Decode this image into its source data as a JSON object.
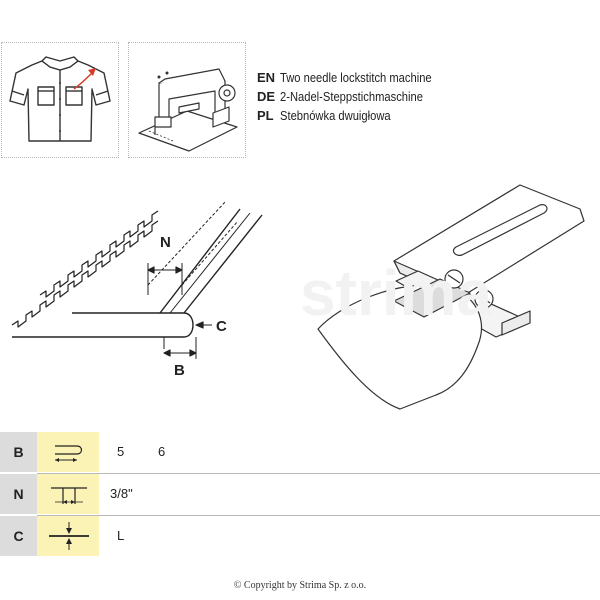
{
  "languages": [
    {
      "code": "EN",
      "text": "Two needle lockstitch machine"
    },
    {
      "code": "DE",
      "text": "2-Nadel-Steppstichmaschine"
    },
    {
      "code": "PL",
      "text": "Stebnówka dwuigłowa"
    }
  ],
  "diagram": {
    "label_n": "N",
    "label_c": "C",
    "label_b": "B"
  },
  "table": [
    {
      "code": "B",
      "symbol": "fold-width-icon",
      "values": [
        "5",
        "6"
      ]
    },
    {
      "code": "N",
      "symbol": "needle-gauge-icon",
      "values": [
        "3/8\""
      ]
    },
    {
      "code": "C",
      "symbol": "material-thickness-icon",
      "values": [
        "L"
      ]
    }
  ],
  "copyright": "© Copyright by Strima Sp. z o.o."
}
